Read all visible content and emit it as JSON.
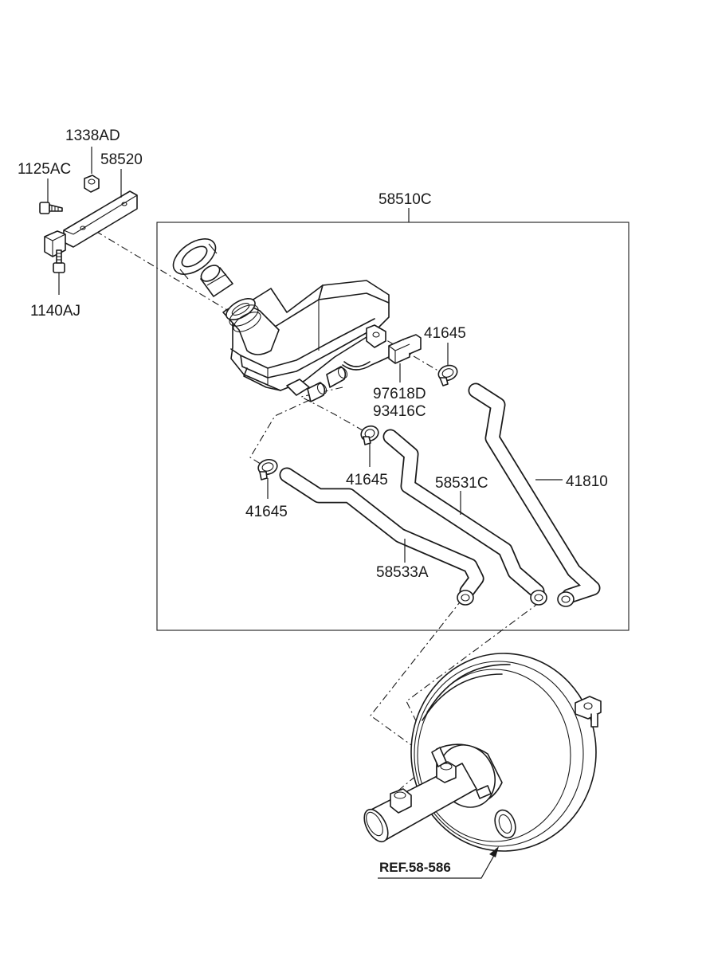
{
  "diagram": {
    "labels": {
      "p1338AD": "1338AD",
      "p1125AC": "1125AC",
      "p58520": "58520",
      "p1140AJ": "1140AJ",
      "p58510C": "58510C",
      "p41645_a": "41645",
      "p97618D": "97618D",
      "p93416C": "93416C",
      "p41645_b": "41645",
      "p58531C": "58531C",
      "p41810": "41810",
      "p41645_c": "41645",
      "p58533A": "58533A",
      "ref": "REF.58-586"
    }
  }
}
